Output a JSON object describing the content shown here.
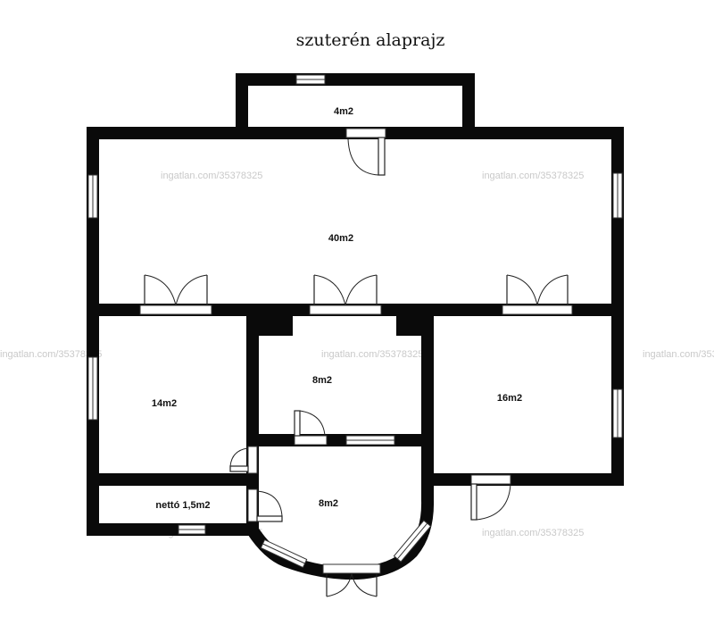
{
  "title": "szuterén alaprajz",
  "watermark": "ingatlan.com/35378325",
  "rooms": [
    {
      "label": "4m2"
    },
    {
      "label": "40m2"
    },
    {
      "label": "14m2"
    },
    {
      "label": "8m2"
    },
    {
      "label": "16m2"
    },
    {
      "label": "nettó 1,5m2"
    },
    {
      "label": "8m2"
    }
  ],
  "colors": {
    "wall": "#0a0a0a",
    "background": "#ffffff"
  }
}
